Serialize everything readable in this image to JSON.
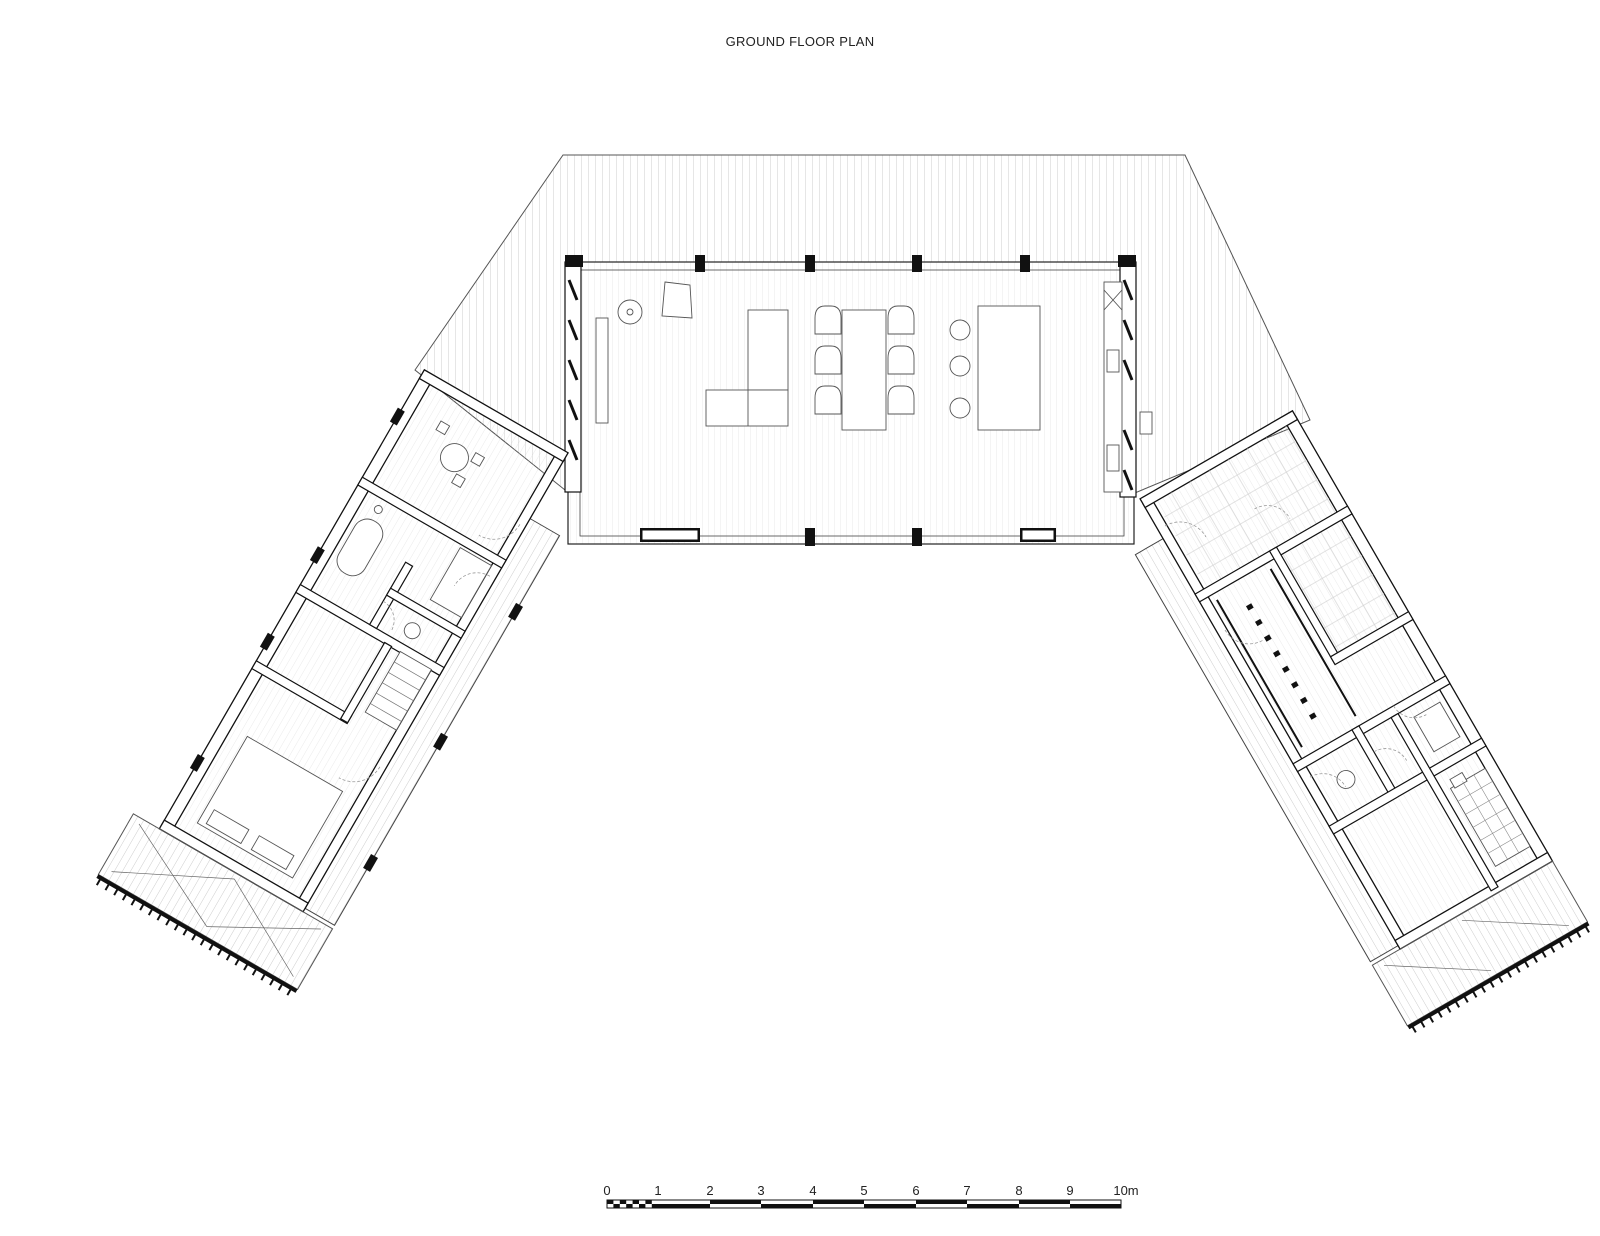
{
  "title": "GROUND FLOOR PLAN",
  "scale_bar": {
    "labels": [
      "0",
      "1",
      "2",
      "3",
      "4",
      "5",
      "6",
      "7",
      "8",
      "9",
      "10m"
    ]
  },
  "colors": {
    "line": "#333333",
    "wall": "#111111",
    "hatch": "#b5b5b5"
  }
}
